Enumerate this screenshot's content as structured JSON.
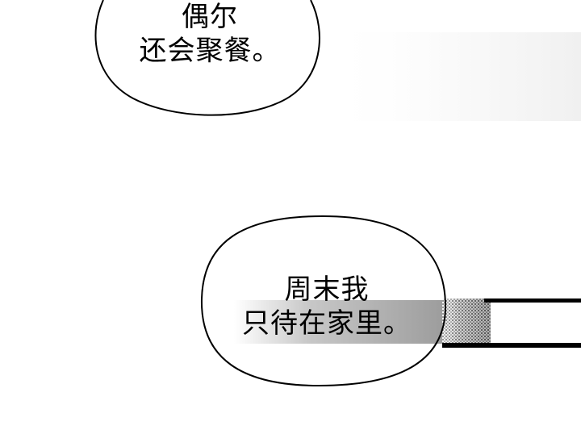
{
  "panel": {
    "bubble_top": {
      "lines": [
        "偶尔",
        "还会聚餐。"
      ]
    },
    "bubble_bottom": {
      "lines": [
        "周末我",
        "只待在家里。"
      ]
    }
  }
}
